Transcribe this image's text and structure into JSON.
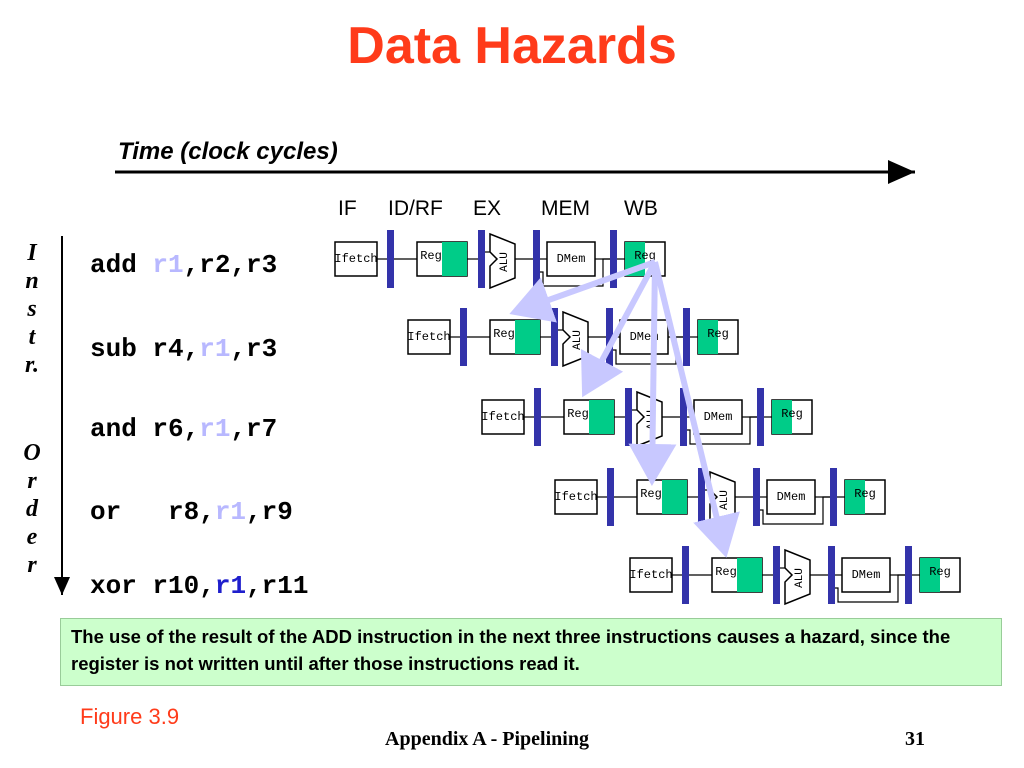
{
  "title": "Data Hazards",
  "time_label": "Time (clock cycles)",
  "stages": [
    "IF",
    "ID/RF",
    "EX",
    "MEM",
    "WB"
  ],
  "order_label": [
    "I",
    "n",
    "s",
    "t",
    "r.",
    "",
    "O",
    "r",
    "d",
    "e",
    "r"
  ],
  "instructions": [
    {
      "op": "add ",
      "dest": "r1",
      "rest": ",r2,r3",
      "pre": ""
    },
    {
      "op": "sub ",
      "pre": "r4,",
      "dest": "r1",
      "rest": ",r3"
    },
    {
      "op": "and ",
      "pre": "r6,",
      "dest": "r1",
      "rest": ",r7"
    },
    {
      "op": "or   ",
      "pre": "r8,",
      "dest": "r1",
      "rest": ",r9"
    },
    {
      "op": "xor ",
      "pre": "r10,",
      "dest": "r1",
      "rest": ",r11"
    }
  ],
  "pipeline_units": {
    "ifetch": "Ifetch",
    "reg": "Reg",
    "alu": "ALU",
    "dmem": "DMem"
  },
  "note": "The use of the result of the ADD instruction in the next three instructions causes a hazard, since the register is not written until after those instructions read it.",
  "figure": "Figure 3.9",
  "footer": "Appendix A - Pipelining",
  "page_number": "31",
  "colors": {
    "title": "#ff3b1a",
    "latch": "#3333aa",
    "reg_highlight": "#00cc88",
    "arrow": "#c8c8ff",
    "note_bg": "#ccffcc"
  }
}
